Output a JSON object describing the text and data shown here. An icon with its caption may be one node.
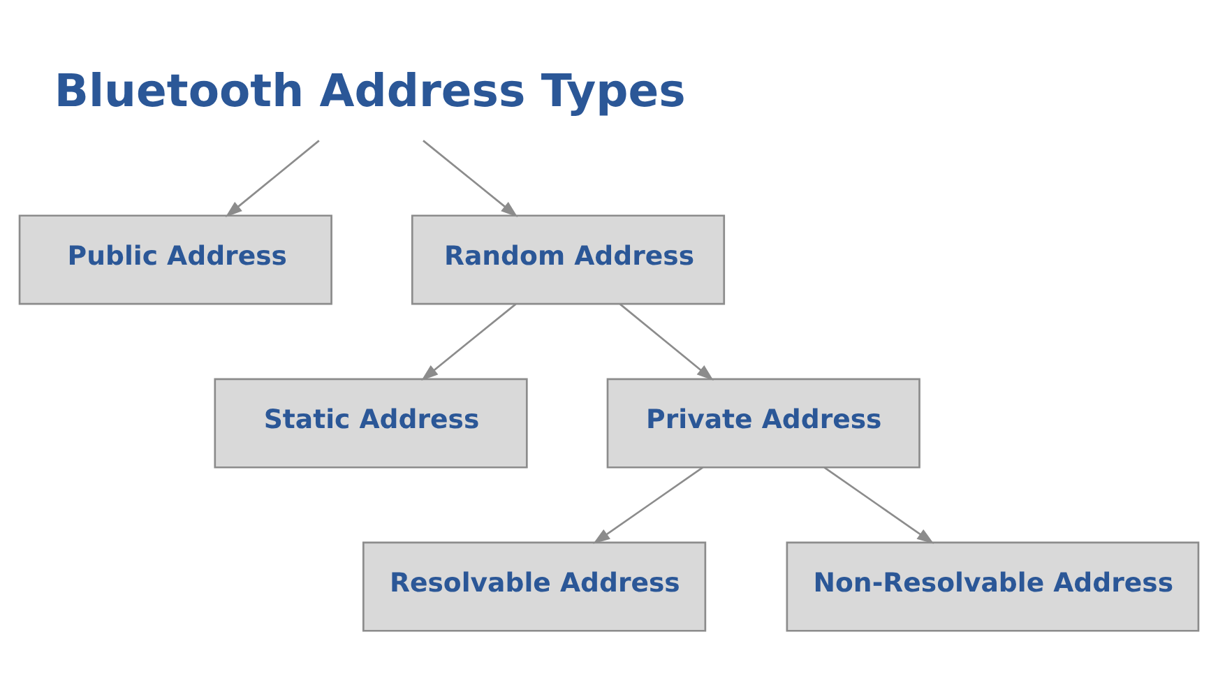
{
  "diagram": {
    "nodes": [
      {
        "text": [
          "Bluetooth Address Types"
        ]
      },
      {
        "text": [
          "Public Address"
        ]
      },
      {
        "text": [
          "Random Address"
        ]
      },
      {
        "text": [
          "Static Address"
        ]
      },
      {
        "text": [
          "Private Address"
        ]
      },
      {
        "text": [
          "Resolvable Address"
        ]
      },
      {
        "text": [
          "Non-Resolvable Address"
        ]
      }
    ],
    "edges": [
      {
        "from": 0,
        "to": 1,
        "arrow": "to"
      },
      {
        "from": 0,
        "to": 2,
        "arrow": "to"
      },
      {
        "from": 2,
        "to": 3,
        "arrow": "to"
      },
      {
        "from": 2,
        "to": 4,
        "arrow": "to"
      },
      {
        "from": 4,
        "to": 5,
        "arrow": "to"
      },
      {
        "from": 4,
        "to": 6,
        "arrow": "to"
      }
    ]
  }
}
